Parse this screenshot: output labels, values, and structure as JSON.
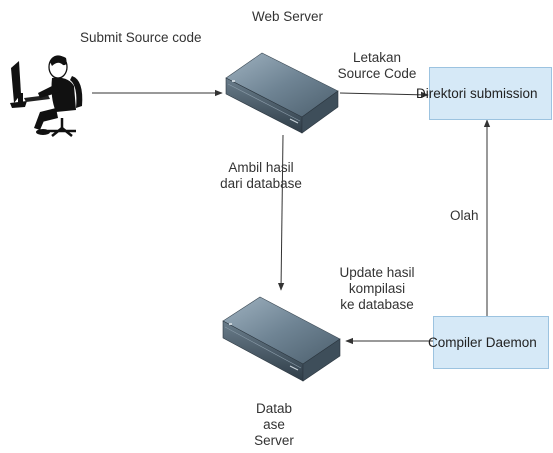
{
  "nodes": {
    "user": {
      "icon": "user-at-computer-icon"
    },
    "web_server": {
      "label": "Web Server",
      "icon": "server-icon"
    },
    "db_server": {
      "label_lines": [
        "Datab",
        "ase",
        "Server"
      ],
      "icon": "server-icon"
    },
    "submission_dir": {
      "label": "Direktori submission",
      "fill": "#d6e9f7"
    },
    "compiler_daemon": {
      "label": "Compiler Daemon",
      "fill": "#d6e9f7"
    }
  },
  "edges": {
    "submit": {
      "label": "Submit Source code"
    },
    "store": {
      "label_lines": [
        "Letakan",
        "Source Code"
      ]
    },
    "fetch": {
      "label_lines": [
        "Ambil hasil",
        "dari database"
      ]
    },
    "process": {
      "label": "Olah"
    },
    "update": {
      "label_lines": [
        "Update hasil",
        "kompilasi",
        "ke database"
      ]
    }
  },
  "colors": {
    "box_fill": "#d6e9f7",
    "box_border": "#9cc3e0",
    "arrow": "#333333",
    "server_body": "#5e7282"
  }
}
